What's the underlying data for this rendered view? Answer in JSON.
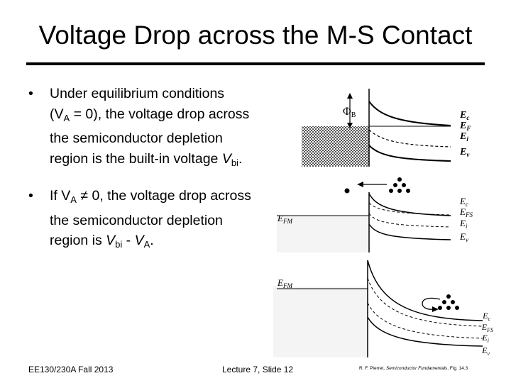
{
  "slide": {
    "title": "Voltage Drop across the M-S Contact",
    "bullets": [
      {
        "marker": "•",
        "line1": "Under equilibrium conditions",
        "line2_pre": "(V",
        "line2_sub": "A",
        "line2_post": " = 0), the voltage drop across",
        "line3": "the semiconductor depletion",
        "line4_pre": "region is the built-in voltage ",
        "line4_var": "V",
        "line4_sub": "bi",
        "line4_post": "."
      },
      {
        "marker": "•",
        "line1_pre": "If V",
        "line1_sub": "A",
        "line1_post": " ≠ 0, the voltage drop across",
        "line2": "the semiconductor depletion",
        "line3_pre": "region is ",
        "line3_var1": "V",
        "line3_sub1": "bi",
        "line3_mid": " - ",
        "line3_var2": "V",
        "line3_sub2": "A",
        "line3_post": "."
      }
    ],
    "footer": {
      "course": "EE130/230A Fall 2013",
      "lecture": "Lecture 7, Slide 12",
      "citation_pre": "R. F. Pierret, ",
      "citation_book": "Semiconductor Fundamentals",
      "citation_post": ", Fig. 14.3"
    }
  },
  "diagrams": {
    "top": {
      "phi": "Φ",
      "phi_sub": "B",
      "ec": "E",
      "ec_sub": "c",
      "ef": "E",
      "ef_sub": "F",
      "ei": "E",
      "ei_sub": "i",
      "ev": "E",
      "ev_sub": "v"
    },
    "middle": {
      "efm": "E",
      "efm_sub": "FM",
      "ec": "E",
      "ec_sub": "c",
      "efs": "E",
      "efs_sub": "FS",
      "ei": "E",
      "ei_sub": "i",
      "ev": "E",
      "ev_sub": "v"
    },
    "bottom": {
      "efm": "E",
      "efm_sub": "FM",
      "ec": "E",
      "ec_sub": "c",
      "efs": "E",
      "efs_sub": "FS",
      "ei": "E",
      "ei_sub": "i",
      "ev": "E",
      "ev_sub": "v"
    }
  }
}
